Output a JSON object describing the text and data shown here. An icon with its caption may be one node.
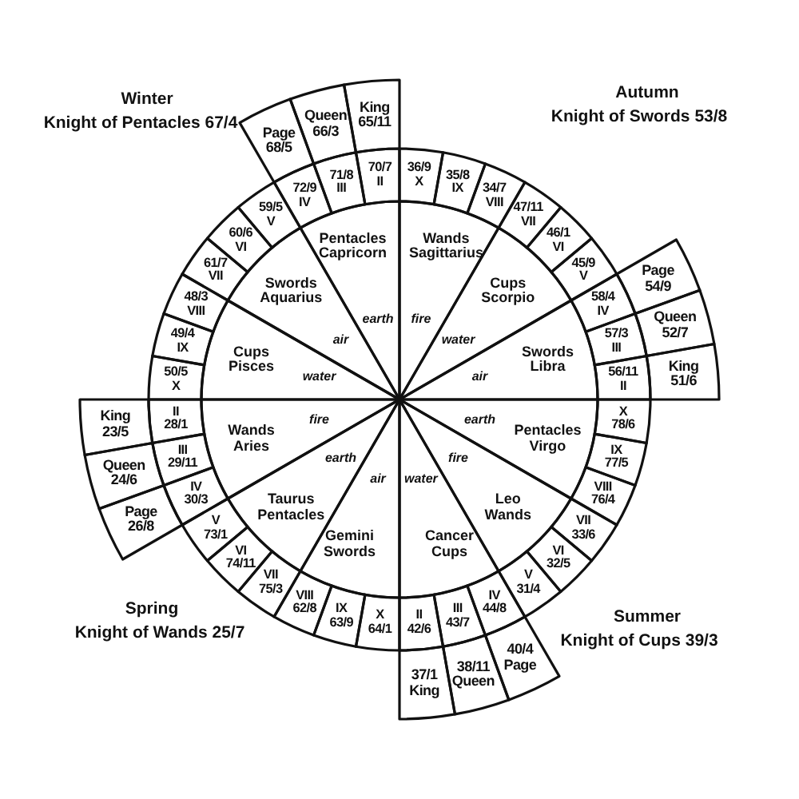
{
  "diagram": {
    "nodes": [
      {
        "text": [
          "Page",
          "68/5"
        ]
      },
      {
        "text": [
          "Queen",
          "66/3"
        ]
      },
      {
        "text": [
          "King",
          "65/11"
        ]
      },
      {
        "text": [
          "Page",
          "54/9"
        ]
      },
      {
        "text": [
          "Queen",
          "52/7"
        ]
      },
      {
        "text": [
          "King",
          "51/6"
        ]
      },
      {
        "text": [
          "40/4",
          "Page"
        ]
      },
      {
        "text": [
          "38/11",
          "Queen"
        ]
      },
      {
        "text": [
          "37/1",
          "King"
        ]
      },
      {
        "text": [
          "Page",
          "26/8"
        ]
      },
      {
        "text": [
          "Queen",
          "24/6"
        ]
      },
      {
        "text": [
          "King",
          "23/5"
        ]
      },
      {
        "text": [
          "50/5",
          "X"
        ]
      },
      {
        "text": [
          "49/4",
          "IX"
        ]
      },
      {
        "text": [
          "48/3",
          "VIII"
        ]
      },
      {
        "text": [
          "61/7",
          "VII"
        ]
      },
      {
        "text": [
          "60/6",
          "VI"
        ]
      },
      {
        "text": [
          "59/5",
          "V"
        ]
      },
      {
        "text": [
          "72/9",
          "IV"
        ]
      },
      {
        "text": [
          "71/8",
          "III"
        ]
      },
      {
        "text": [
          "70/7",
          "II"
        ]
      },
      {
        "text": [
          "36/9",
          "X"
        ]
      },
      {
        "text": [
          "35/8",
          "IX"
        ]
      },
      {
        "text": [
          "34/7",
          "VIII"
        ]
      },
      {
        "text": [
          "47/11",
          "VII"
        ]
      },
      {
        "text": [
          "46/1",
          "VI"
        ]
      },
      {
        "text": [
          "45/9",
          "V"
        ]
      },
      {
        "text": [
          "58/4",
          "IV"
        ]
      },
      {
        "text": [
          "57/3",
          "III"
        ]
      },
      {
        "text": [
          "56/11",
          "II"
        ]
      },
      {
        "text": [
          "X",
          "78/6"
        ]
      },
      {
        "text": [
          "IX",
          "77/5"
        ]
      },
      {
        "text": [
          "VIII",
          "76/4"
        ]
      },
      {
        "text": [
          "VII",
          "33/6"
        ]
      },
      {
        "text": [
          "VI",
          "32/5"
        ]
      },
      {
        "text": [
          "V",
          "31/4"
        ]
      },
      {
        "text": [
          "IV",
          "44/8"
        ]
      },
      {
        "text": [
          "III",
          "43/7"
        ]
      },
      {
        "text": [
          "II",
          "42/6"
        ]
      },
      {
        "text": [
          "X",
          "64/1"
        ]
      },
      {
        "text": [
          "IX",
          "63/9"
        ]
      },
      {
        "text": [
          "VIII",
          "62/8"
        ]
      },
      {
        "text": [
          "VII",
          "75/3"
        ]
      },
      {
        "text": [
          "VI",
          "74/11"
        ]
      },
      {
        "text": [
          "V",
          "73/1"
        ]
      },
      {
        "text": [
          "IV",
          "30/3"
        ]
      },
      {
        "text": [
          "III",
          "29/11"
        ]
      },
      {
        "text": [
          "II",
          "28/1"
        ]
      },
      {
        "text": [
          "Cups Pisces",
          "water"
        ]
      },
      {
        "text": [
          "Swords Aquarius",
          "air"
        ]
      },
      {
        "text": [
          "Pentacles Capricorn",
          "earth"
        ]
      },
      {
        "text": [
          "Wands Sagittarius",
          "fire"
        ]
      },
      {
        "text": [
          "Cups Scorpio",
          "water"
        ]
      },
      {
        "text": [
          "Swords Libra",
          "air"
        ]
      },
      {
        "text": [
          "earth",
          "Pentacles Virgo"
        ]
      },
      {
        "text": [
          "fire",
          "Leo Wands"
        ]
      },
      {
        "text": [
          "water",
          "Cancer Cups"
        ]
      },
      {
        "text": [
          "air",
          "Gemini Swords"
        ]
      },
      {
        "text": [
          "earth",
          "Taurus Pentacles"
        ]
      },
      {
        "text": [
          "Wands Aries",
          "fire"
        ]
      }
    ],
    "labels": [
      "Winter",
      "Knight of Pentacles 67/4",
      "Autumn",
      "Knight of Swords 53/8",
      "Spring",
      "Knight of Wands 25/7",
      "Summer",
      "Knight of Cups 39/3"
    ]
  }
}
